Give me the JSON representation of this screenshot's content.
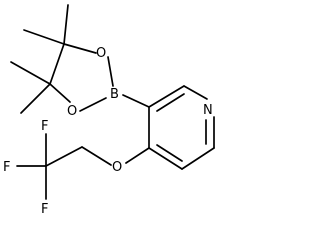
{
  "molecule": {
    "atoms": {
      "boron": "B",
      "ring_oxygen_top": "O",
      "ring_oxygen_bottom": "O",
      "pyridine_nitrogen": "N",
      "ether_oxygen": "O",
      "fluorine_left": "F",
      "fluorine_top": "F",
      "fluorine_bottom": "F"
    }
  }
}
